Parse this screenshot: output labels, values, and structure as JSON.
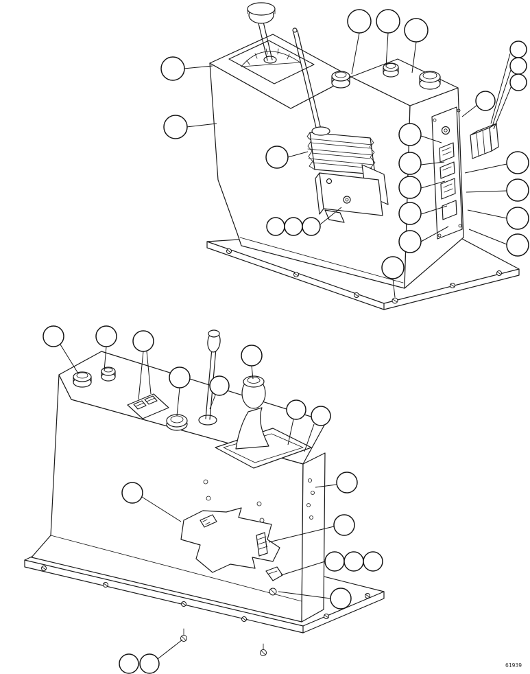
{
  "figure": {
    "drawing_number": "61939"
  },
  "diagram": {
    "views": [
      {
        "name": "console-assembly-view-a",
        "callout_count": 23
      },
      {
        "name": "console-assembly-view-b",
        "callout_count": 17
      }
    ]
  }
}
